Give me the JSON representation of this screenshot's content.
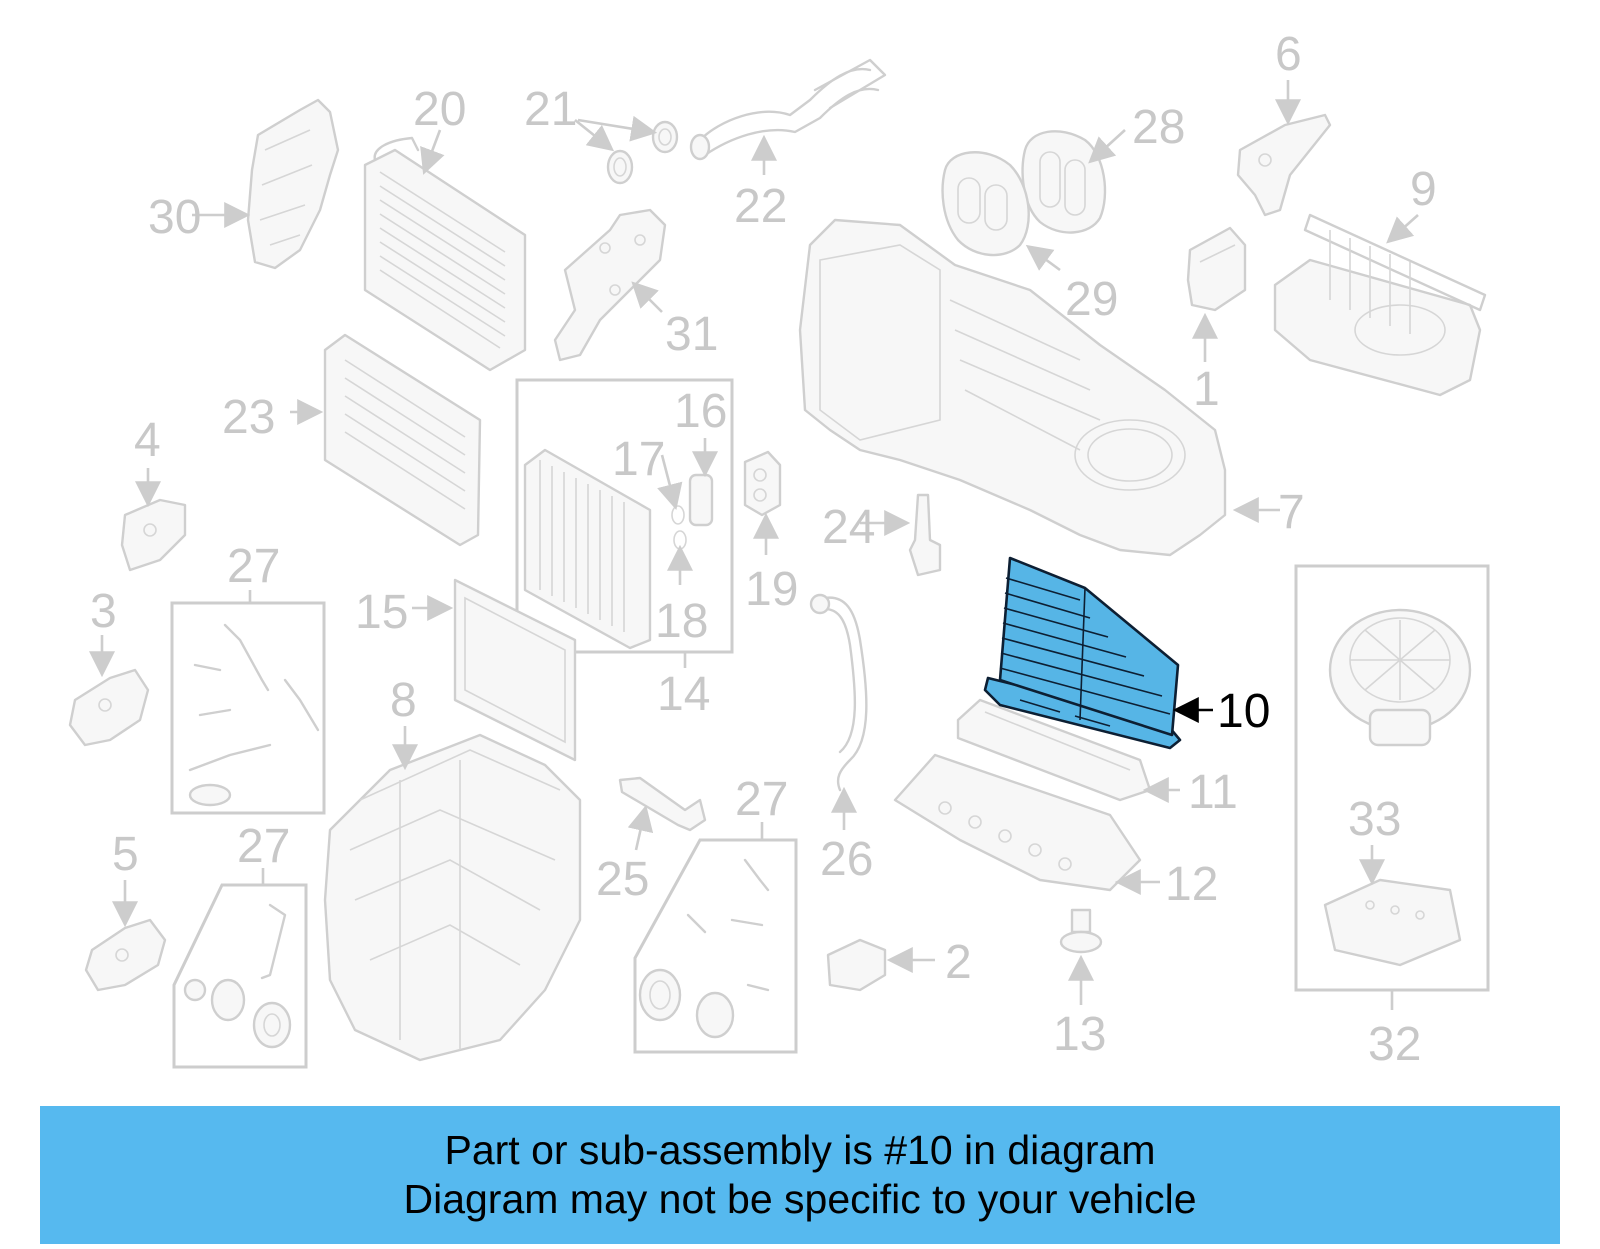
{
  "callouts": [
    "1",
    "2",
    "3",
    "4",
    "5",
    "6",
    "7",
    "8",
    "9",
    "10",
    "11",
    "12",
    "13",
    "14",
    "15",
    "16",
    "17",
    "18",
    "19",
    "20",
    "21",
    "22",
    "23",
    "24",
    "25",
    "26",
    "27",
    "27",
    "27",
    "28",
    "29",
    "30",
    "31",
    "32",
    "33"
  ],
  "highlight": {
    "part_number": "10",
    "color": "#56b5e6"
  },
  "banner": {
    "line1": "Part or sub-assembly is #10 in diagram",
    "line2": "Diagram may not be specific to your vehicle",
    "background": "#56b9ef"
  }
}
